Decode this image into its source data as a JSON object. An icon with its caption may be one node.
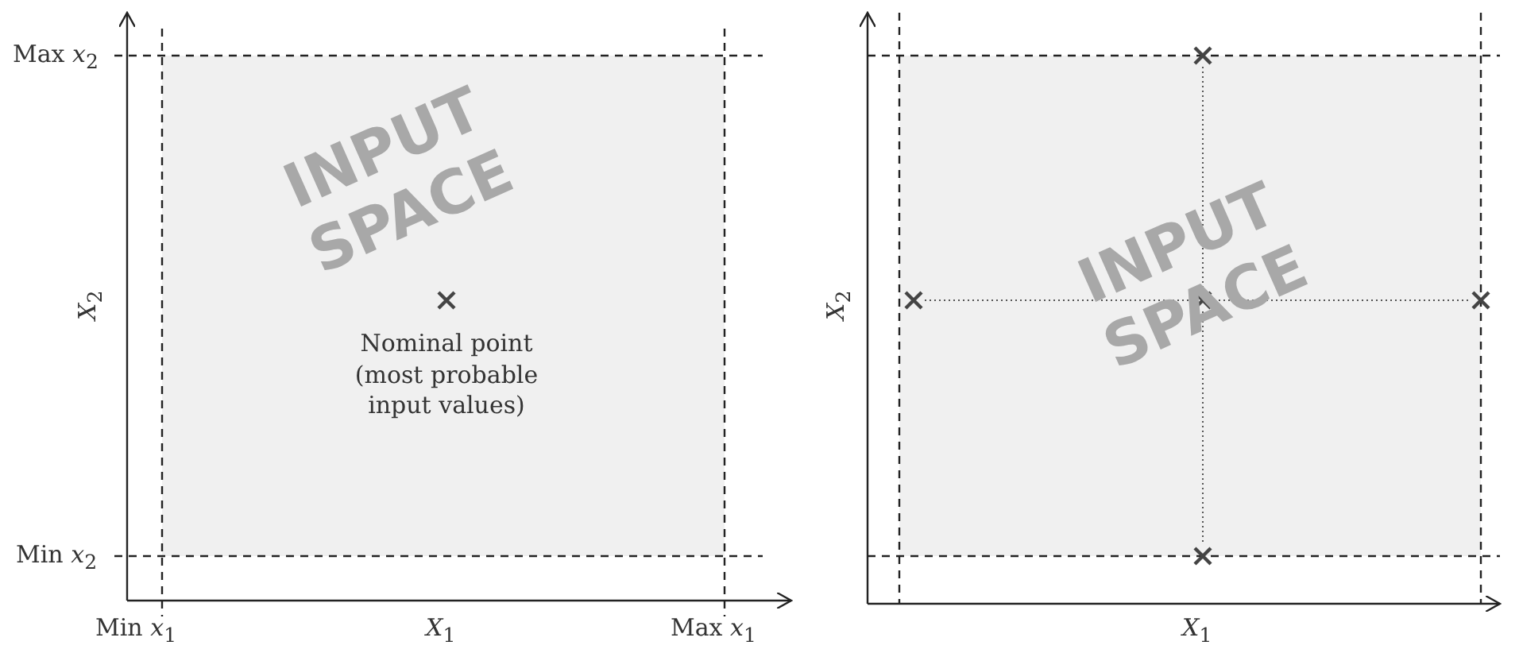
{
  "diagram": {
    "nodes": [
      {
        "text": [],
        "shape": "cross"
      },
      {
        "text": [],
        "shape": "cross"
      },
      {
        "text": [],
        "shape": "cross"
      },
      {
        "text": [],
        "shape": "cross"
      },
      {
        "text": [],
        "shape": "cross"
      }
    ],
    "edges": [
      {
        "from": 1,
        "to": 2,
        "arrow": "none"
      },
      {
        "from": 2,
        "to": 3,
        "arrow": "none"
      },
      {
        "from": 0,
        "to": 2,
        "arrow": "none"
      },
      {
        "from": 2,
        "to": 4,
        "arrow": "none"
      }
    ],
    "labels": [
      "Max *x*$_{2}$",
      "INPUT SPACE",
      "*X*$_{2}$",
      "Nominal point (most probable input values)",
      "Min *x*$_{2}$",
      "Min *x*$_{1}$",
      "*X*$_{1}$",
      "Max *x*$_{1}$",
      "*X*$_{2}$",
      "INPUT SPACE",
      "*X*$_{1}$"
    ]
  }
}
